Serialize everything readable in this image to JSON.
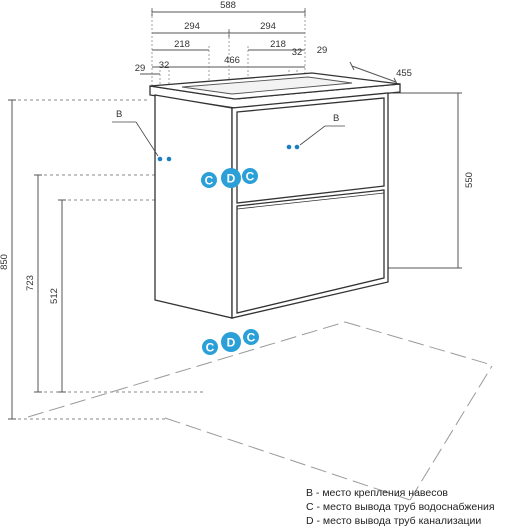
{
  "dimensions": {
    "overall_width": "588",
    "half_left": "294",
    "half_right": "294",
    "offset_left": "218",
    "offset_right": "218",
    "inner_width": "466",
    "edge_left": "29",
    "edge_right": "29",
    "hole_left": "32",
    "hole_right": "32",
    "depth": "455",
    "body_height": "550",
    "total_height": "850",
    "height_723": "723",
    "height_512": "512"
  },
  "labels": {
    "hanger_left": "B",
    "hanger_right": "B",
    "marker_c": "C",
    "marker_d": "D"
  },
  "legend": [
    "B - место крепления навесов",
    "C - место вывода труб водоснабжения",
    "D - место вывода труб канализации"
  ],
  "colors": {
    "marker": "#2a9fd8",
    "hole": "#1a7fc0",
    "line": "#333333",
    "dash": "#8a8a8a"
  }
}
